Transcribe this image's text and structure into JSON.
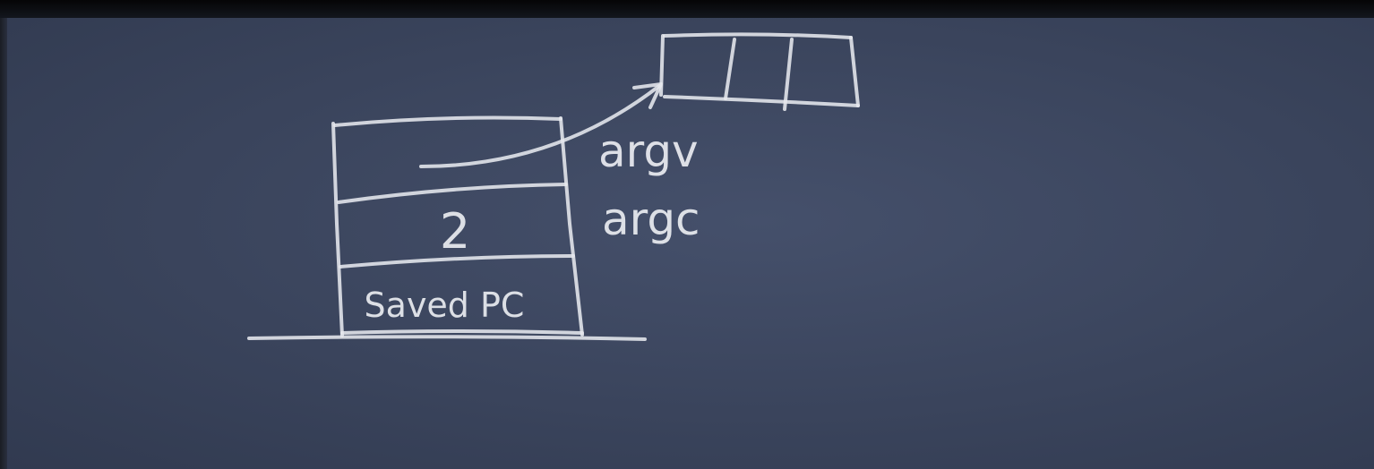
{
  "stack": {
    "cells": [
      {
        "text": ""
      },
      {
        "text": "2"
      },
      {
        "text": "Saved PC"
      }
    ],
    "labels": {
      "argv": "argv",
      "argc": "argc"
    }
  },
  "array": {
    "cell_count": 3
  },
  "colors": {
    "board": "#3d4760",
    "chalk": "#e6e8ee"
  }
}
